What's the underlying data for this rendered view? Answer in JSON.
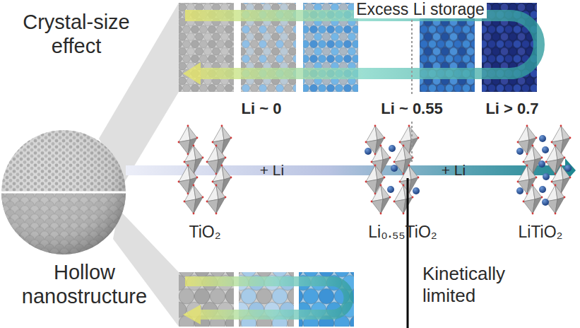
{
  "diagram": {
    "labels": [
      "Excess Li storage",
      "Crystal-size effect",
      "Li ~ 0",
      "Li ~ 0.55",
      "Li > 0.7",
      "+ Li",
      "+ Li",
      "TiO₂",
      "Li₀.₅₅TiO₂",
      "LiTiO₂",
      "Hollow nanostructure",
      "Kinetically limited"
    ]
  }
}
